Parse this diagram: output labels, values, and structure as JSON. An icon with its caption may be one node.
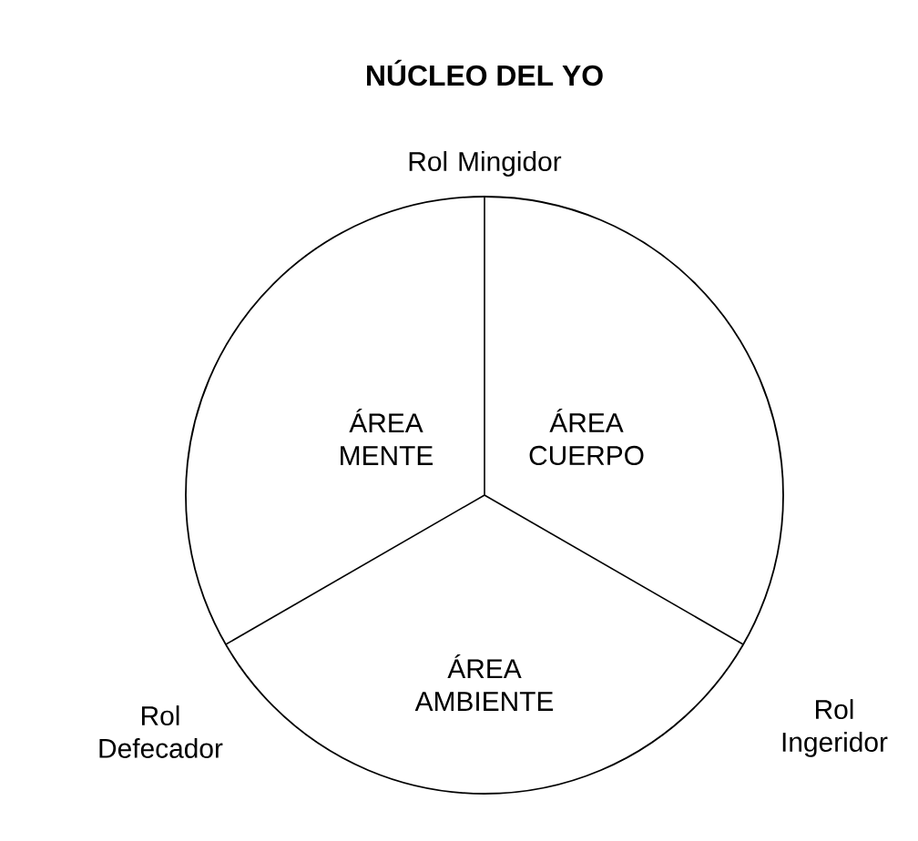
{
  "diagram": {
    "title": "NÚCLEO DEL YO",
    "nodes": [
      {
        "text": [],
        "shape": "circle"
      },
      {
        "text": [
          "ÁREA MENTE"
        ],
        "in": 0
      },
      {
        "text": [
          "ÁREA CUERPO"
        ],
        "in": 0
      },
      {
        "text": [
          "ÁREA AMBIENTE"
        ],
        "in": 0
      }
    ],
    "edges": [],
    "labels": [
      "Rol Mingidor",
      "Rol Defecador",
      "Rol Ingeridor"
    ]
  }
}
